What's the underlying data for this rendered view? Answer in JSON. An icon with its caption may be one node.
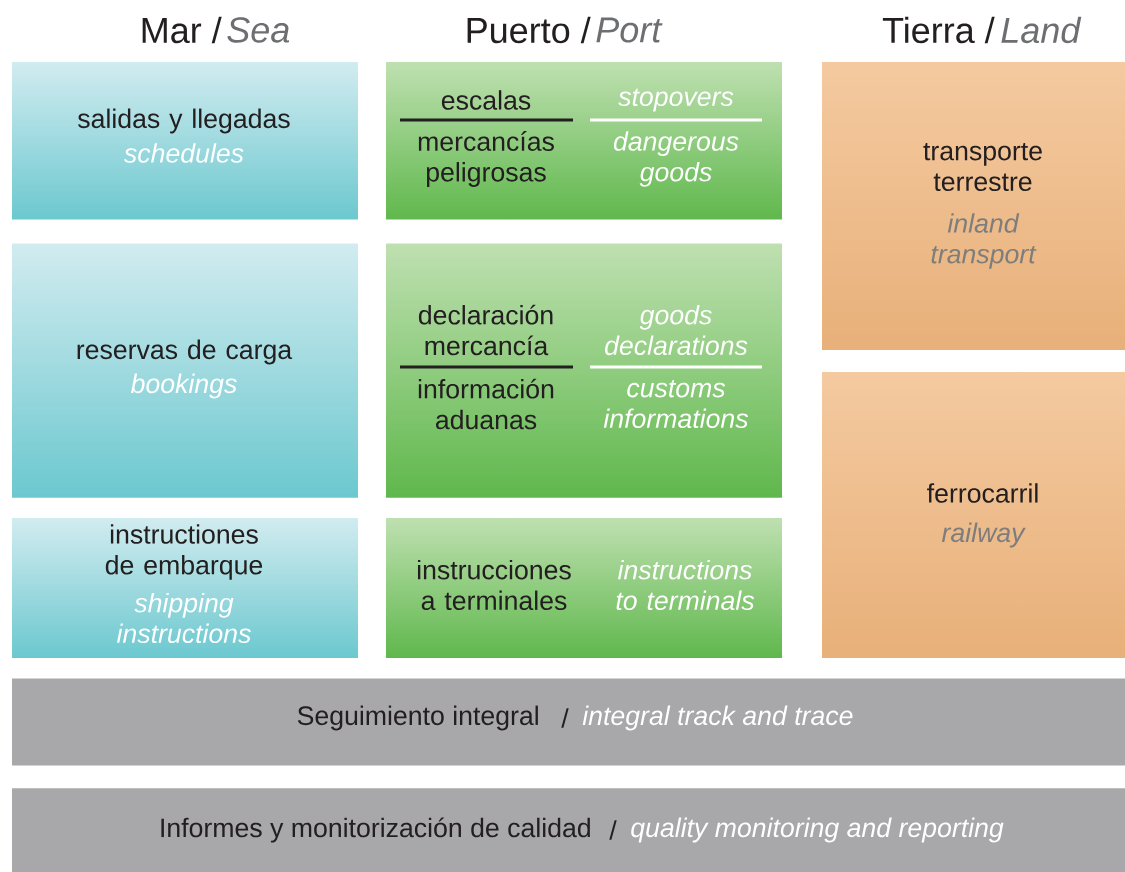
{
  "diagram": {
    "nodes": [
      {
        "text": [
          "salidas y llegadas",
          "schedules"
        ]
      },
      {
        "text": [
          "escalas",
          "stopovers",
          "mercancías peligrosas",
          "dangerous goods"
        ]
      },
      {
        "text": [
          "reservas de carga",
          "bookings"
        ]
      },
      {
        "text": [
          "declaración mercancía",
          "goods declarations",
          "información aduanas",
          "customs informations"
        ]
      },
      {
        "text": [
          "instructiones de embarque",
          "shipping instructions"
        ]
      },
      {
        "text": [
          "instrucciones a terminales",
          "instructions to terminals"
        ]
      },
      {
        "text": [
          "transporte terrestre",
          "inland transport"
        ]
      },
      {
        "text": [
          "ferrocarril",
          "railway"
        ]
      },
      {
        "text": [
          "Seguimiento integral",
          "/",
          "integral track and trace"
        ]
      },
      {
        "text": [
          "Informes y monitorización de calidad",
          "/",
          "quality monitoring and reporting"
        ]
      }
    ],
    "labels": [
      "Mar /",
      "Sea",
      "Puerto /",
      "Port",
      "Tierra /",
      "Land"
    ]
  }
}
